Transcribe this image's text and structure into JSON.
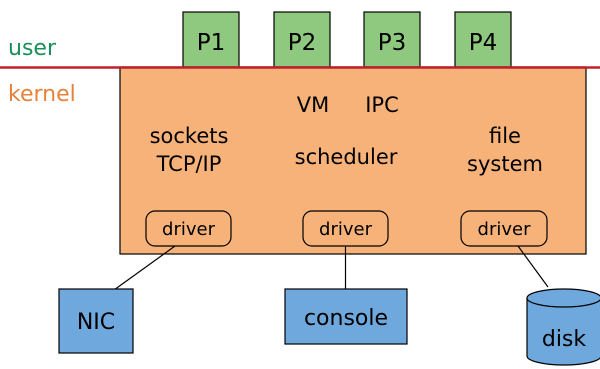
{
  "colors": {
    "user_text": "#1a8f5a",
    "kernel_text": "#e8823a",
    "boundary_line": "#c0202a",
    "kernel_fill": "#f7b27a",
    "process_fill": "#8fc97f",
    "device_fill": "#6fa8dc",
    "stroke": "#000000"
  },
  "labels": {
    "user": "user",
    "kernel": "kernel"
  },
  "processes": [
    {
      "label": "P1"
    },
    {
      "label": "P2"
    },
    {
      "label": "P3"
    },
    {
      "label": "P4"
    }
  ],
  "kernel_box": {
    "vm": "VM",
    "ipc": "IPC",
    "sockets_line1": "sockets",
    "sockets_line2": "TCP/IP",
    "scheduler": "scheduler",
    "fs_line1": "file",
    "fs_line2": "system",
    "drivers": [
      {
        "label": "driver"
      },
      {
        "label": "driver"
      },
      {
        "label": "driver"
      }
    ]
  },
  "devices": {
    "nic": "NIC",
    "console": "console",
    "disk": "disk"
  }
}
